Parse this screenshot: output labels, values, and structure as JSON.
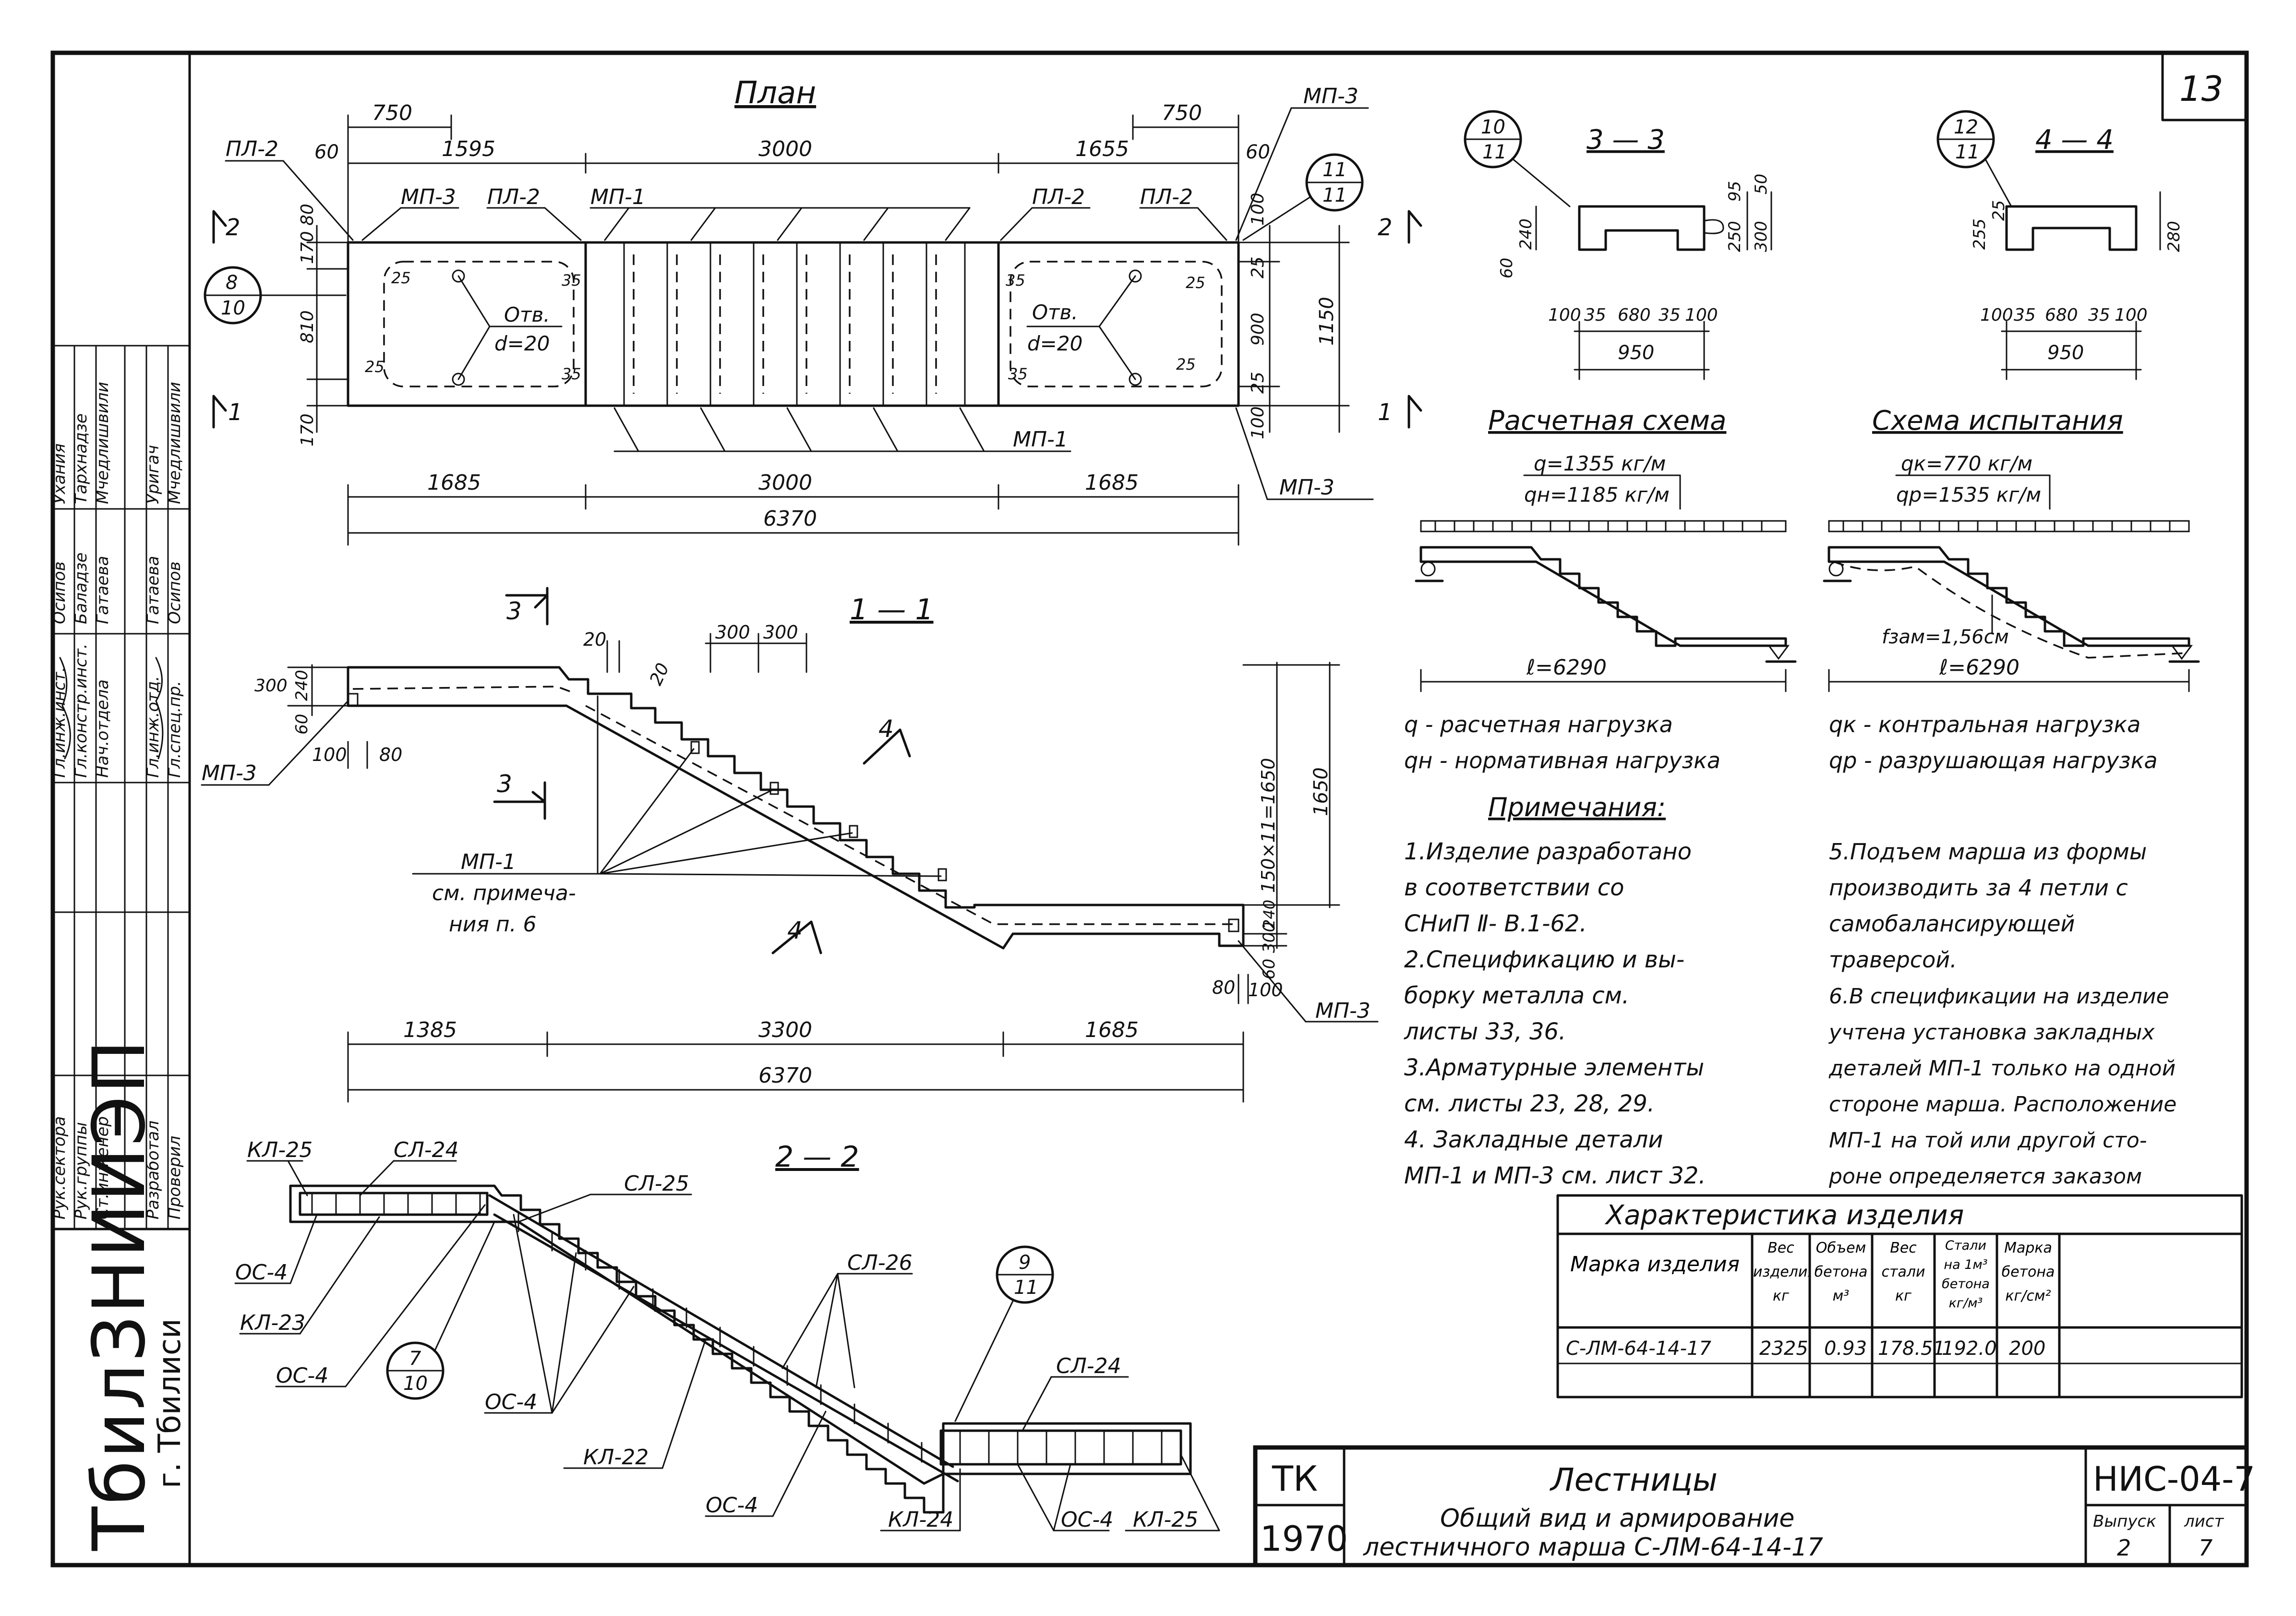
{
  "sheet": {
    "number": "13"
  },
  "plan": {
    "title": "План",
    "dims_top": [
      "750",
      "60",
      "1595",
      "3000",
      "1655",
      "750",
      "60"
    ],
    "dims_bottom": [
      "1685",
      "3000",
      "1685",
      "6370"
    ],
    "dims_left": [
      "80",
      "170",
      "810",
      "170"
    ],
    "dims_right": [
      "100",
      "25",
      "900",
      "25",
      "1150",
      "100"
    ],
    "labels": {
      "pl2a": "ПЛ-2",
      "mp3a": "МП-3",
      "pl2b": "ПЛ-2",
      "mp1a": "МП-1",
      "pl2c": "ПЛ-2",
      "pl2d": "ПЛ-2",
      "mp3b": "МП-3",
      "mp1b": "МП-1",
      "mp3c": "МП-3"
    },
    "inner": {
      "d25a": "25",
      "d35a": "35",
      "d25b": "25",
      "d35b": "35",
      "d35c": "35",
      "d35d": "35",
      "d25c": "25",
      "d25d": "25"
    },
    "hole_left": {
      "l1": "Отв.",
      "l2": "d=20"
    },
    "hole_right": {
      "l1": "Отв.",
      "l2": "d=20"
    },
    "callout_a": {
      "top": "8",
      "bot": "10"
    },
    "callout_b": {
      "top": "11",
      "bot": "11"
    },
    "sec_marks": {
      "l2": "2",
      "r2": "2",
      "l1": "1",
      "r1": "1"
    }
  },
  "section33": {
    "title": "3 — 3",
    "callout": {
      "top": "10",
      "bot": "11"
    },
    "dims": [
      "95",
      "50",
      "250",
      "300",
      "60",
      "240"
    ],
    "bottom": [
      "100",
      "35",
      "680",
      "35",
      "100"
    ],
    "total": "950"
  },
  "section44": {
    "title": "4 — 4",
    "callout": {
      "top": "12",
      "bot": "11"
    },
    "dims": [
      "255",
      "25",
      "280"
    ],
    "bottom": [
      "100",
      "35",
      "680",
      "35",
      "100"
    ],
    "total": "950"
  },
  "calc": {
    "title": "Расчетная схема",
    "q1": "q=1355 кг/м",
    "q2": "qн=1185 кг/м",
    "span": "ℓ=6290"
  },
  "test": {
    "title": "Схема испытания",
    "q1": "qк=770 кг/м",
    "q2": "qр=1535 кг/м",
    "f": "fзам=1,56см",
    "span": "ℓ=6290"
  },
  "legend": {
    "l1": "q - расчетная нагрузка",
    "l2": "qн - нормативная нагрузка",
    "r1": "qк - контральная нагрузка",
    "r2": "qр - разрушающая нагрузка"
  },
  "notes": {
    "title": "Примечания:",
    "left": [
      "1.Изделие разработано",
      "в соответствии со",
      "СНиП Ⅱ- В.1-62.",
      "2.Спецификацию и вы-",
      "борку металла см.",
      "листы 33, 36.",
      "3.Арматурные элементы",
      "см. листы 23, 28, 29.",
      "4. Закладные детали",
      "МП-1 и МП-3 см. лист 32."
    ],
    "right": [
      "5.Подъем марша из формы",
      "производить за 4 петли с",
      "самобалансирующей",
      "траверсой.",
      "6.В спецификации на изделие",
      "учтена установка закладных",
      "деталей МП-1 только на одной",
      "стороне марша. Расположение",
      "МП-1 на той или другой сто-",
      "роне определяется заказом"
    ]
  },
  "section11": {
    "title": "1 — 1",
    "dims_top": [
      "20",
      "300",
      "300",
      "20"
    ],
    "dims_left": [
      "300",
      "240",
      "60"
    ],
    "small": [
      "100",
      "80"
    ],
    "right": [
      "150×11=1650",
      "1650",
      "240",
      "300",
      "60"
    ],
    "br": [
      "80",
      "100"
    ],
    "bottom": [
      "1385",
      "3300",
      "1685",
      "6370"
    ],
    "mp3a": "МП-3",
    "mp3b": "МП-3",
    "mp1": "МП-1",
    "note1": "см. примеча-",
    "note2": "ния п. 6",
    "mark3": "3",
    "mark4": "4"
  },
  "section22": {
    "title": "2 — 2",
    "labels": {
      "kl25a": "КЛ-25",
      "sl24a": "СЛ-24",
      "sl25": "СЛ-25",
      "os4a": "ОС-4",
      "kl23": "КЛ-23",
      "os4b": "ОС-4",
      "os4c": "ОС-4",
      "kl22": "КЛ-22",
      "os4d": "ОС-4",
      "sl26": "СЛ-26",
      "sl24b": "СЛ-24",
      "kl24": "КЛ-24",
      "os4e": "ОС-4",
      "kl25b": "КЛ-25"
    },
    "callout_a": {
      "top": "7",
      "bot": "10"
    },
    "callout_b": {
      "top": "9",
      "bot": "11"
    }
  },
  "char_table": {
    "title": "Характеристика изделия",
    "headers": [
      "Марка изделия",
      "Вес изделия кг",
      "Объем бетона м³",
      "Вес стали кг",
      "Стали на 1м³ бетона кг/м³",
      "Марка бетона кг/см²"
    ],
    "row": [
      "С-ЛМ-64-14-17",
      "2325",
      "0.93",
      "178.51",
      "192.0",
      "200"
    ]
  },
  "title_block": {
    "org1": "ТбилЗНИИЭП",
    "org2": "г. Тбилиси",
    "tk": "ТК",
    "year": "1970",
    "title": "Лестницы",
    "subtitle1": "Общий вид и армирование",
    "subtitle2": "лестничного марша С-ЛМ-64-14-17",
    "code": "НИС-04-7",
    "issue_label": "Выпуск",
    "issue": "2",
    "sheet_label": "лист",
    "sheet": "7"
  },
  "signatures": {
    "roles": [
      "Гл.инж.инст.",
      "Гл.констр.инст.",
      "Нач.отдела",
      "Гл.инж.отд.",
      "Гл.спец.пр.",
      "Рук.сектора",
      "Рук.группы",
      "Ст.инженер",
      "Разработал",
      "Проверил"
    ],
    "names": [
      "Ухания",
      "Тархнадзе",
      "Мчедлишвили",
      "Уригач",
      "Мчедлишвили",
      "Осипов",
      "Баладзе",
      "Гатаева",
      "Гатаева",
      "Осипов"
    ]
  }
}
